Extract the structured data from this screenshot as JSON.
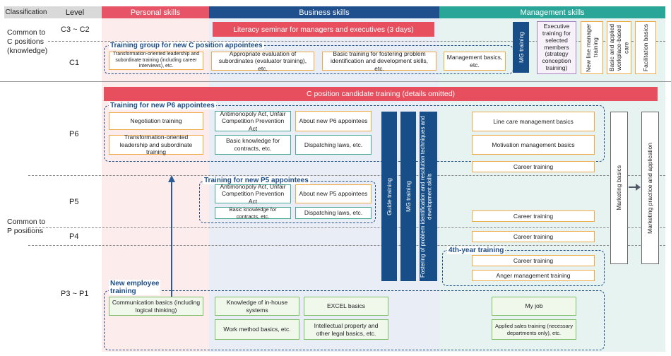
{
  "header": {
    "classification": "Classification",
    "level": "Level",
    "personal": "Personal skills",
    "business": "Business skills",
    "management": "Management skills"
  },
  "colors": {
    "personal": "#e85467",
    "business": "#1f4f8c",
    "management": "#2aa698",
    "grid_blue": "#174e87",
    "orange_border": "#f0a947",
    "teal_border": "#4aa896"
  },
  "rows": {
    "c_class": "Common to\nC positions\n(knowledge)",
    "p_class": "Common to\nP positions",
    "c3c2": "C3 ~ C2",
    "c1": "C1",
    "p6": "P6",
    "p5": "P5",
    "p4": "P4",
    "p3p1": "P3 ~ P1"
  },
  "groups": {
    "c_new": "Training group for new C position appointees",
    "p6_new": "Training for new P6 appointees",
    "p5_new": "Training for new P5 appointees",
    "fourth": "4th-year training",
    "new_emp": "New employee\ntraining"
  },
  "bars": {
    "literacy": "Literacy seminar for managers and executives (3 days)",
    "c_candidate": "C position candidate training (details omitted)"
  },
  "c1": {
    "transform": "Transformation-oriented leadership and subordinate training (including career interviews), etc.",
    "eval": "Appropriate evaluation of subordinates (evaluator training), etc.",
    "basic_prob": "Basic training for fostering problem identification and development skills, etc.",
    "mgmt_basics": "Management basics, etc.",
    "mg_training": "MG training",
    "exec": "Executive training for selected members (strategy conception training)",
    "new_line": "New line manager training",
    "basic_applied": "Basic and applied workplace-based care",
    "facil": "Facilitation basics"
  },
  "p6": {
    "negotiation": "Negotiation training",
    "transform": "Transformation-oriented leadership and subordinate training",
    "antimono": "Antimonopoly Act, Unfair Competition Prevention Act",
    "about": "About new P6 appointees",
    "contracts": "Basic knowledge for contracts, etc.",
    "dispatch": "Dispatching laws, etc.",
    "line_care": "Line care management basics",
    "motivation": "Motivation management basics",
    "career": "Career training"
  },
  "p5": {
    "antimono": "Antimonopoly Act, Unfair Competition Prevention Act",
    "about": "About new P5 appointees",
    "contracts": "Basic knowledge for contracts, etc.",
    "dispatch": "Dispatching laws, etc.",
    "career": "Career training"
  },
  "p4": {
    "career": "Career training"
  },
  "fourth": {
    "career": "Career training",
    "anger": "Anger management training"
  },
  "vertical": {
    "guide": "Guide training",
    "mg": "MG training",
    "fostering": "Fostering of problem identification and resolution techniques and development skills",
    "marketing_basics": "Marketing basics",
    "marketing_practice": "Marketing practice and application"
  },
  "p31": {
    "comm": "Communication basics (including logical thinking)",
    "inhouse": "Knowledge of in-house systems",
    "excel": "EXCEL basics",
    "myjob": "My job",
    "workmethod": "Work method basics, etc.",
    "ip": "Intellectual property and other legal basics, etc.",
    "sales": "Applied sales training (necessary departments only), etc."
  }
}
